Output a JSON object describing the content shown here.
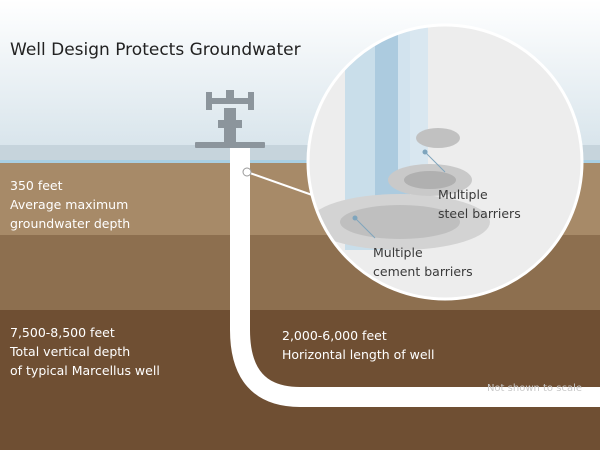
{
  "title": "Well Design Protects Groundwater",
  "labels": {
    "groundwater": {
      "value": "350 feet",
      "desc1": "Average maximum",
      "desc2": "groundwater depth"
    },
    "vertical": {
      "value": "7,500-8,500 feet",
      "desc1": "Total vertical depth",
      "desc2": "of typical Marcellus well"
    },
    "horizontal": {
      "value": "2,000-6,000 feet",
      "desc1": "Horizontal length of well"
    },
    "steel": {
      "line1": "Multiple",
      "line2": "steel barriers"
    },
    "cement": {
      "line1": "Multiple",
      "line2": "cement barriers"
    }
  },
  "note": "Not shown to scale",
  "colors": {
    "sky": "#dfe9ef",
    "groundwater_line": "#a9cfe3",
    "shallow_ground": "#a78a68",
    "mid_ground": "#8d6f4f",
    "deep_ground": "#6f4f33",
    "pipe": "#ffffff",
    "wellhead": "#8c959c",
    "detail_circle": "#ededed"
  }
}
